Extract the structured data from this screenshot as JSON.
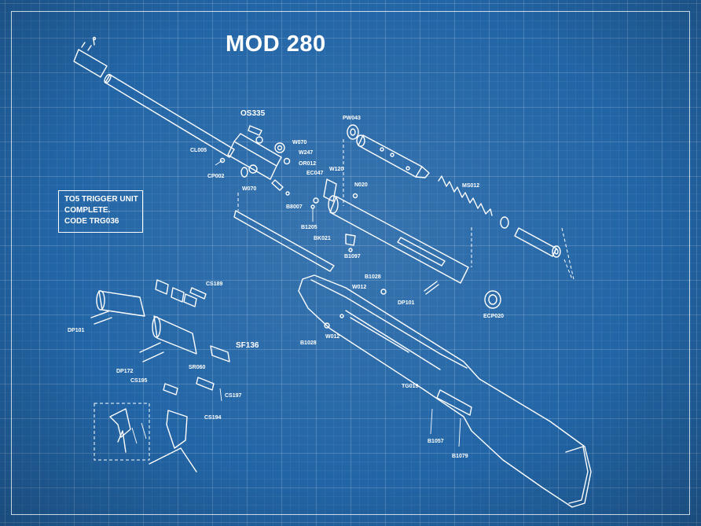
{
  "title": "MOD 280",
  "note": [
    "TO5 TRIGGER UNIT",
    "COMPLETE.",
    "CODE TRG036"
  ],
  "parts": {
    "os335": "OS335",
    "cl005": "CL005",
    "cp002": "CP002",
    "w070a": "W070",
    "w247": "W247",
    "or012": "OR012",
    "w070b": "W070",
    "b8007": "B8007",
    "pw043": "PW043",
    "ec047": "EC047",
    "w120": "W120",
    "n020": "N020",
    "ms012": "MS012",
    "b1205": "B1205",
    "bk021": "BK021",
    "b1097": "B1097",
    "b1028a": "B1028",
    "w012a": "W012",
    "dp101a": "DP101",
    "ecp020": "ECP020",
    "b1028b": "B1028",
    "w012b": "W012",
    "tg019": "TG019",
    "b1057": "B1057",
    "b1079": "B1079",
    "cs189": "CS189",
    "dp101b": "DP101",
    "sf136": "SF136",
    "dp172": "DP172",
    "sr060": "SR060",
    "cs195": "CS195",
    "cs197": "CS197",
    "cs194": "CS194"
  }
}
